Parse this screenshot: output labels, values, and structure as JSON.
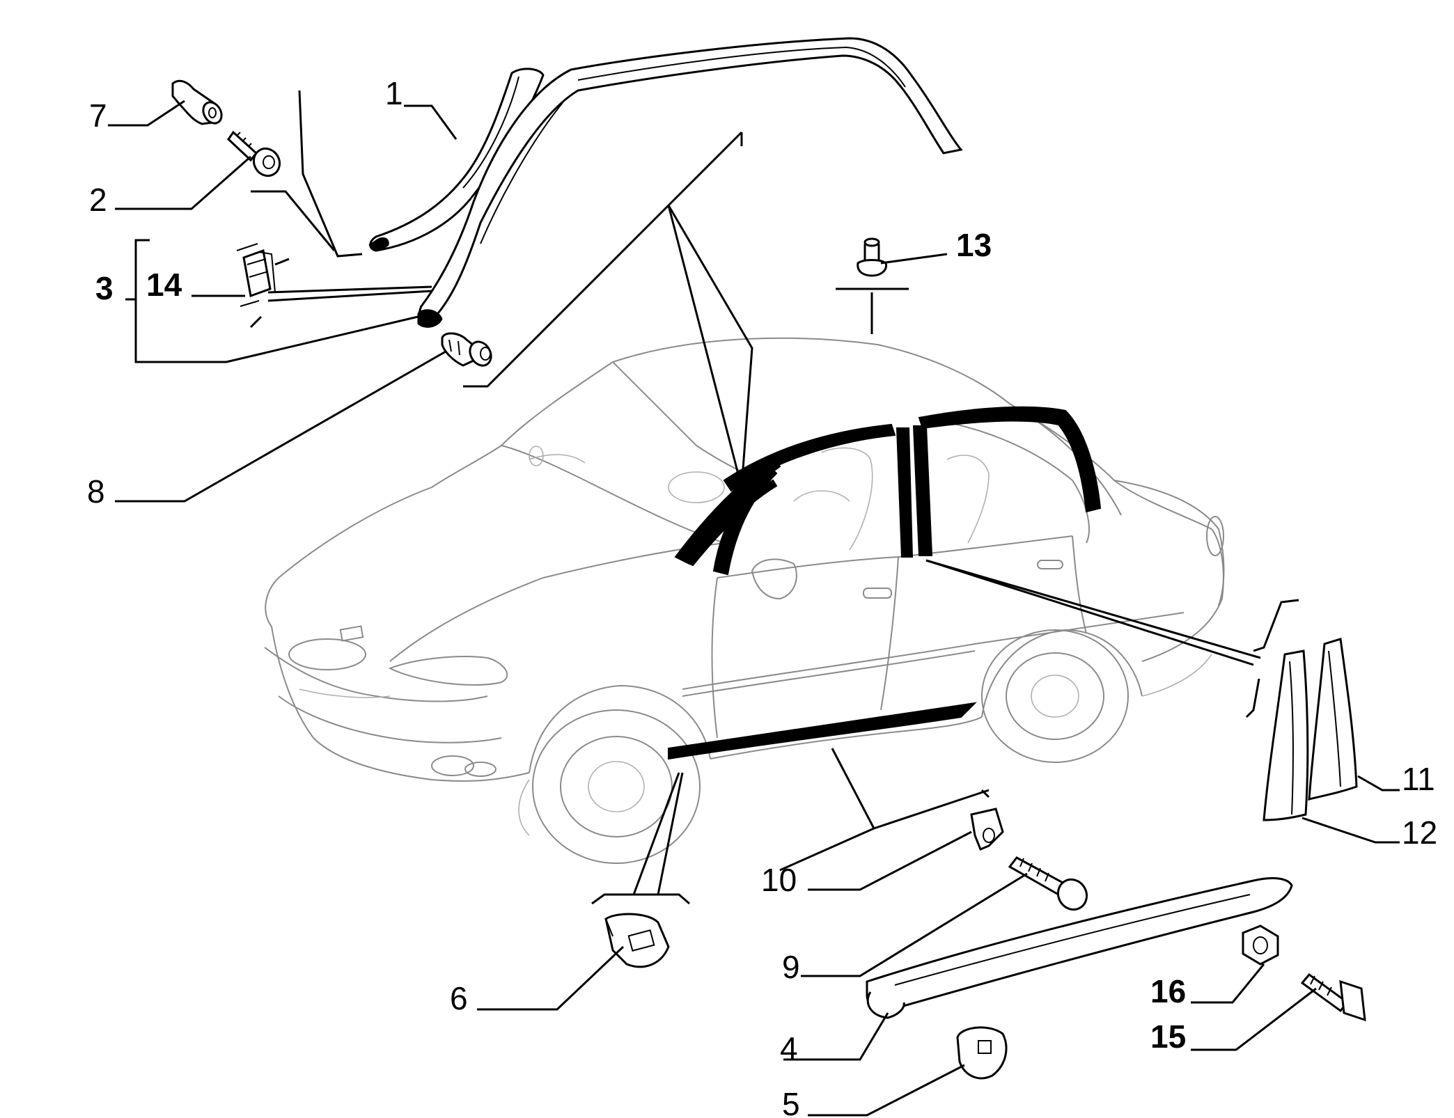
{
  "callouts": [
    {
      "id": "c1",
      "text": "1",
      "bold": false
    },
    {
      "id": "c2",
      "text": "2",
      "bold": false
    },
    {
      "id": "c3",
      "text": "3",
      "bold": true
    },
    {
      "id": "c4",
      "text": "4",
      "bold": false
    },
    {
      "id": "c5",
      "text": "5",
      "bold": false
    },
    {
      "id": "c6",
      "text": "6",
      "bold": false
    },
    {
      "id": "c7",
      "text": "7",
      "bold": false
    },
    {
      "id": "c8",
      "text": "8",
      "bold": false
    },
    {
      "id": "c9",
      "text": "9",
      "bold": false
    },
    {
      "id": "c10",
      "text": "10",
      "bold": false
    },
    {
      "id": "c11",
      "text": "11",
      "bold": false
    },
    {
      "id": "c12",
      "text": "12",
      "bold": false
    },
    {
      "id": "c13",
      "text": "13",
      "bold": true
    },
    {
      "id": "c14",
      "text": "14",
      "bold": true
    },
    {
      "id": "c15",
      "text": "15",
      "bold": true
    },
    {
      "id": "c16",
      "text": "16",
      "bold": true
    }
  ]
}
